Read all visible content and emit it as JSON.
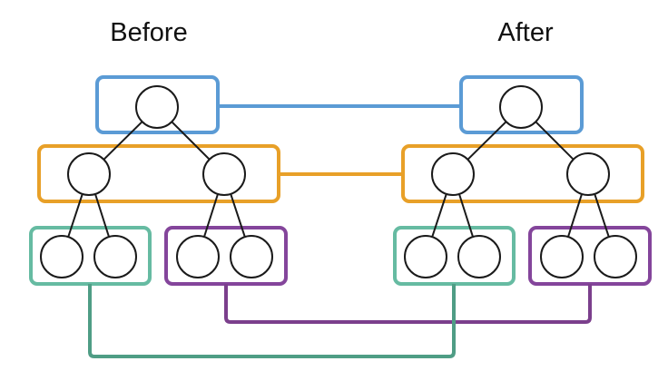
{
  "diagram": {
    "before_label": "Before",
    "after_label": "After",
    "colors": {
      "root_box": "#5B9BD5",
      "mid_box": "#E8A028",
      "left_leaf_box": "#66BBA2",
      "left_leaf_connector": "#4F9D85",
      "right_leaf_box": "#84459B",
      "right_leaf_connector": "#7B3F8C",
      "node_stroke": "#1A1A1A",
      "node_fill": "#FFFFFF",
      "background": "#FFFFFF"
    },
    "structure": {
      "trees": [
        "Before",
        "After"
      ],
      "levels": 3,
      "nodes_per_level": [
        1,
        2,
        4
      ],
      "groups": [
        {
          "name": "root-group",
          "color_key": "root_box",
          "nodes": 1
        },
        {
          "name": "middle-group",
          "color_key": "mid_box",
          "nodes": 2
        },
        {
          "name": "left-leaf-group",
          "color_key": "left_leaf_box",
          "nodes": 2
        },
        {
          "name": "right-leaf-group",
          "color_key": "right_leaf_box",
          "nodes": 2
        }
      ],
      "cross_tree_links": [
        {
          "connects": "root-group to root-group",
          "color_key": "root_box",
          "route": "straight"
        },
        {
          "connects": "middle-group to middle-group",
          "color_key": "mid_box",
          "route": "straight"
        },
        {
          "connects": "left-leaf-group to left-leaf-group",
          "color_key": "left_leaf_connector",
          "route": "down-and-under"
        },
        {
          "connects": "right-leaf-group to right-leaf-group",
          "color_key": "right_leaf_connector",
          "route": "down-and-under"
        }
      ]
    }
  }
}
